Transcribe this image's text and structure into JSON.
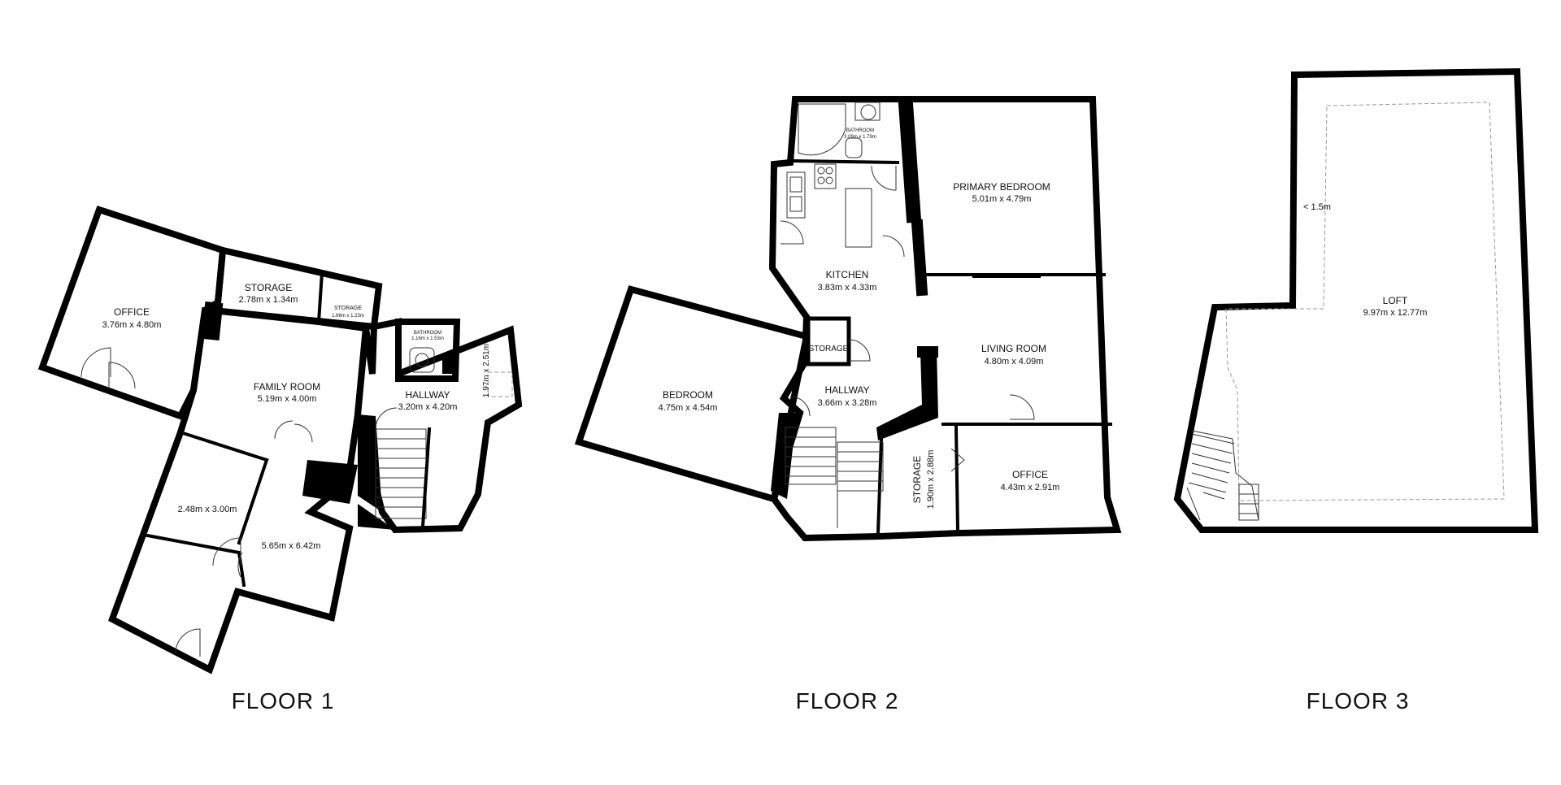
{
  "floors": [
    {
      "title": "FLOOR 1",
      "rooms": {
        "office": {
          "name": "OFFICE",
          "dims": "3.76m x 4.80m"
        },
        "storage_a": {
          "name": "STORAGE",
          "dims": "2.78m x 1.34m"
        },
        "storage_b": {
          "name": "STORAGE",
          "dims": "1.66m x 1.23m"
        },
        "bathroom": {
          "name": "BATHROOM",
          "dims": "1.16m x 1.53m"
        },
        "family_room": {
          "name": "FAMILY ROOM",
          "dims": "5.19m x 4.00m"
        },
        "hallway": {
          "name": "HALLWAY",
          "dims": "3.20m x 4.20m"
        },
        "closet": {
          "dims": "1.97m x 2.51m"
        },
        "small_room": {
          "dims": "2.48m x 3.00m"
        },
        "large_room": {
          "dims": "5.65m x 6.42m"
        }
      }
    },
    {
      "title": "FLOOR 2",
      "rooms": {
        "bathroom": {
          "name": "BATHROOM",
          "dims": "3.09m x 1.79m"
        },
        "primary_bedroom": {
          "name": "PRIMARY BEDROOM",
          "dims": "5.01m x 4.79m"
        },
        "kitchen": {
          "name": "KITCHEN",
          "dims": "3.83m x 4.33m"
        },
        "storage_small": {
          "name": "STORAGE"
        },
        "living_room": {
          "name": "LIVING ROOM",
          "dims": "4.80m x 4.09m"
        },
        "bedroom": {
          "name": "BEDROOM",
          "dims": "4.75m x 4.54m"
        },
        "hallway": {
          "name": "HALLWAY",
          "dims": "3.66m x 3.28m"
        },
        "storage_tall": {
          "name": "STORAGE",
          "dims": "1.90m x 2.88m"
        },
        "office": {
          "name": "OFFICE",
          "dims": "4.43m x 2.91m"
        }
      }
    },
    {
      "title": "FLOOR 3",
      "rooms": {
        "loft": {
          "name": "LOFT",
          "dims": "9.97m x 12.77m"
        },
        "headroom": {
          "note": "< 1.5m"
        }
      }
    }
  ]
}
